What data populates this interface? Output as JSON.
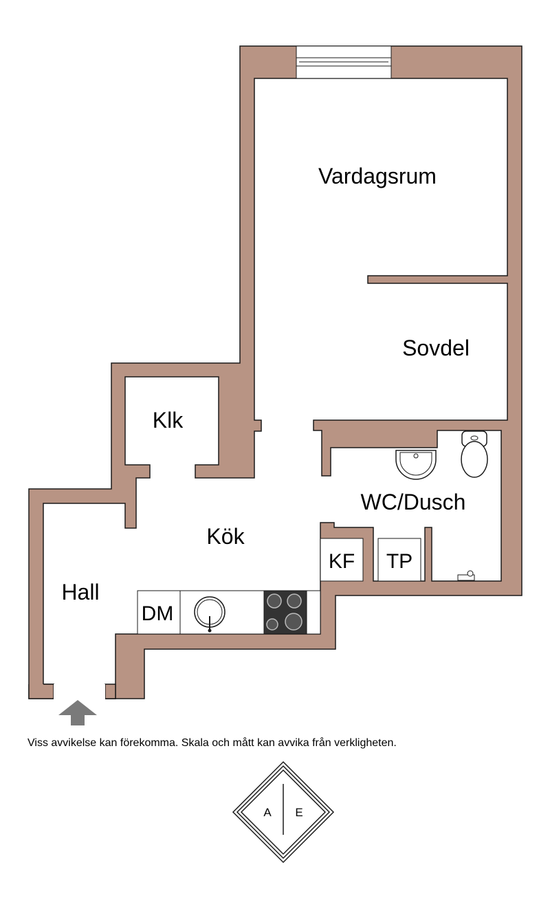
{
  "rooms": {
    "vardagsrum": "Vardagsrum",
    "sovdel": "Sovdel",
    "klk": "Klk",
    "kok": "Kök",
    "wc_dusch": "WC/Dusch",
    "hall": "Hall"
  },
  "fixtures": {
    "dm": "DM",
    "kf": "KF",
    "tp": "TP"
  },
  "disclaimer": "Viss avvikelse kan förekomma. Skala och mått kan avvika från verkligheten.",
  "logo": {
    "left_letter": "A",
    "right_letter": "E"
  },
  "colors": {
    "wall": "#b89484",
    "wall_outline": "#1a1a1a",
    "hob": "#333333"
  }
}
